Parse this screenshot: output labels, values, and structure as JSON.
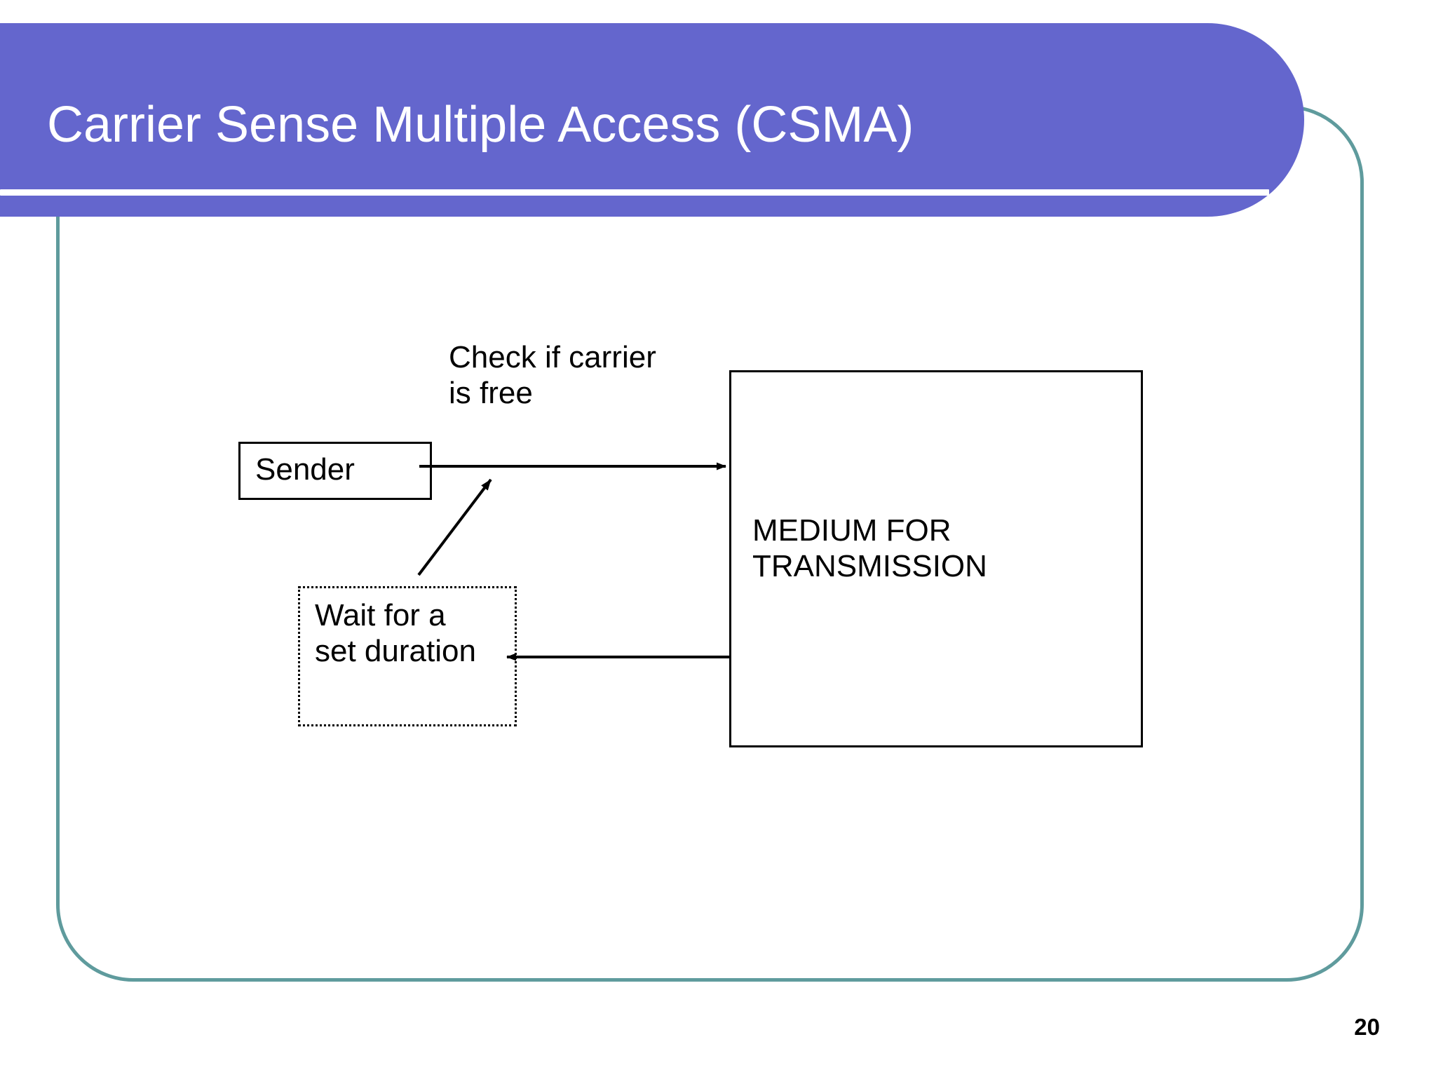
{
  "slide": {
    "title": "Carrier Sense Multiple Access (CSMA)",
    "page_number": "20",
    "colors": {
      "banner": "#6466cd",
      "frame": "#5f9b9d",
      "title_text": "#ffffff",
      "diagram_stroke": "#000000"
    }
  },
  "diagram": {
    "type": "flow",
    "nodes": [
      {
        "id": "sender",
        "label": "Sender",
        "border": "solid"
      },
      {
        "id": "wait",
        "label": "Wait for a\nset duration",
        "border": "dotted"
      },
      {
        "id": "medium",
        "label": "MEDIUM FOR\nTRANSMISSION",
        "border": "solid"
      }
    ],
    "annotations": [
      {
        "id": "check",
        "label": "Check if carrier\nis free"
      }
    ],
    "edges": [
      {
        "from": "sender",
        "to": "medium",
        "style": "arrow-right"
      },
      {
        "from": "medium",
        "to": "wait",
        "style": "arrow-left"
      },
      {
        "from": "wait",
        "to": "sender",
        "style": "arrow-diagonal-up"
      }
    ]
  }
}
